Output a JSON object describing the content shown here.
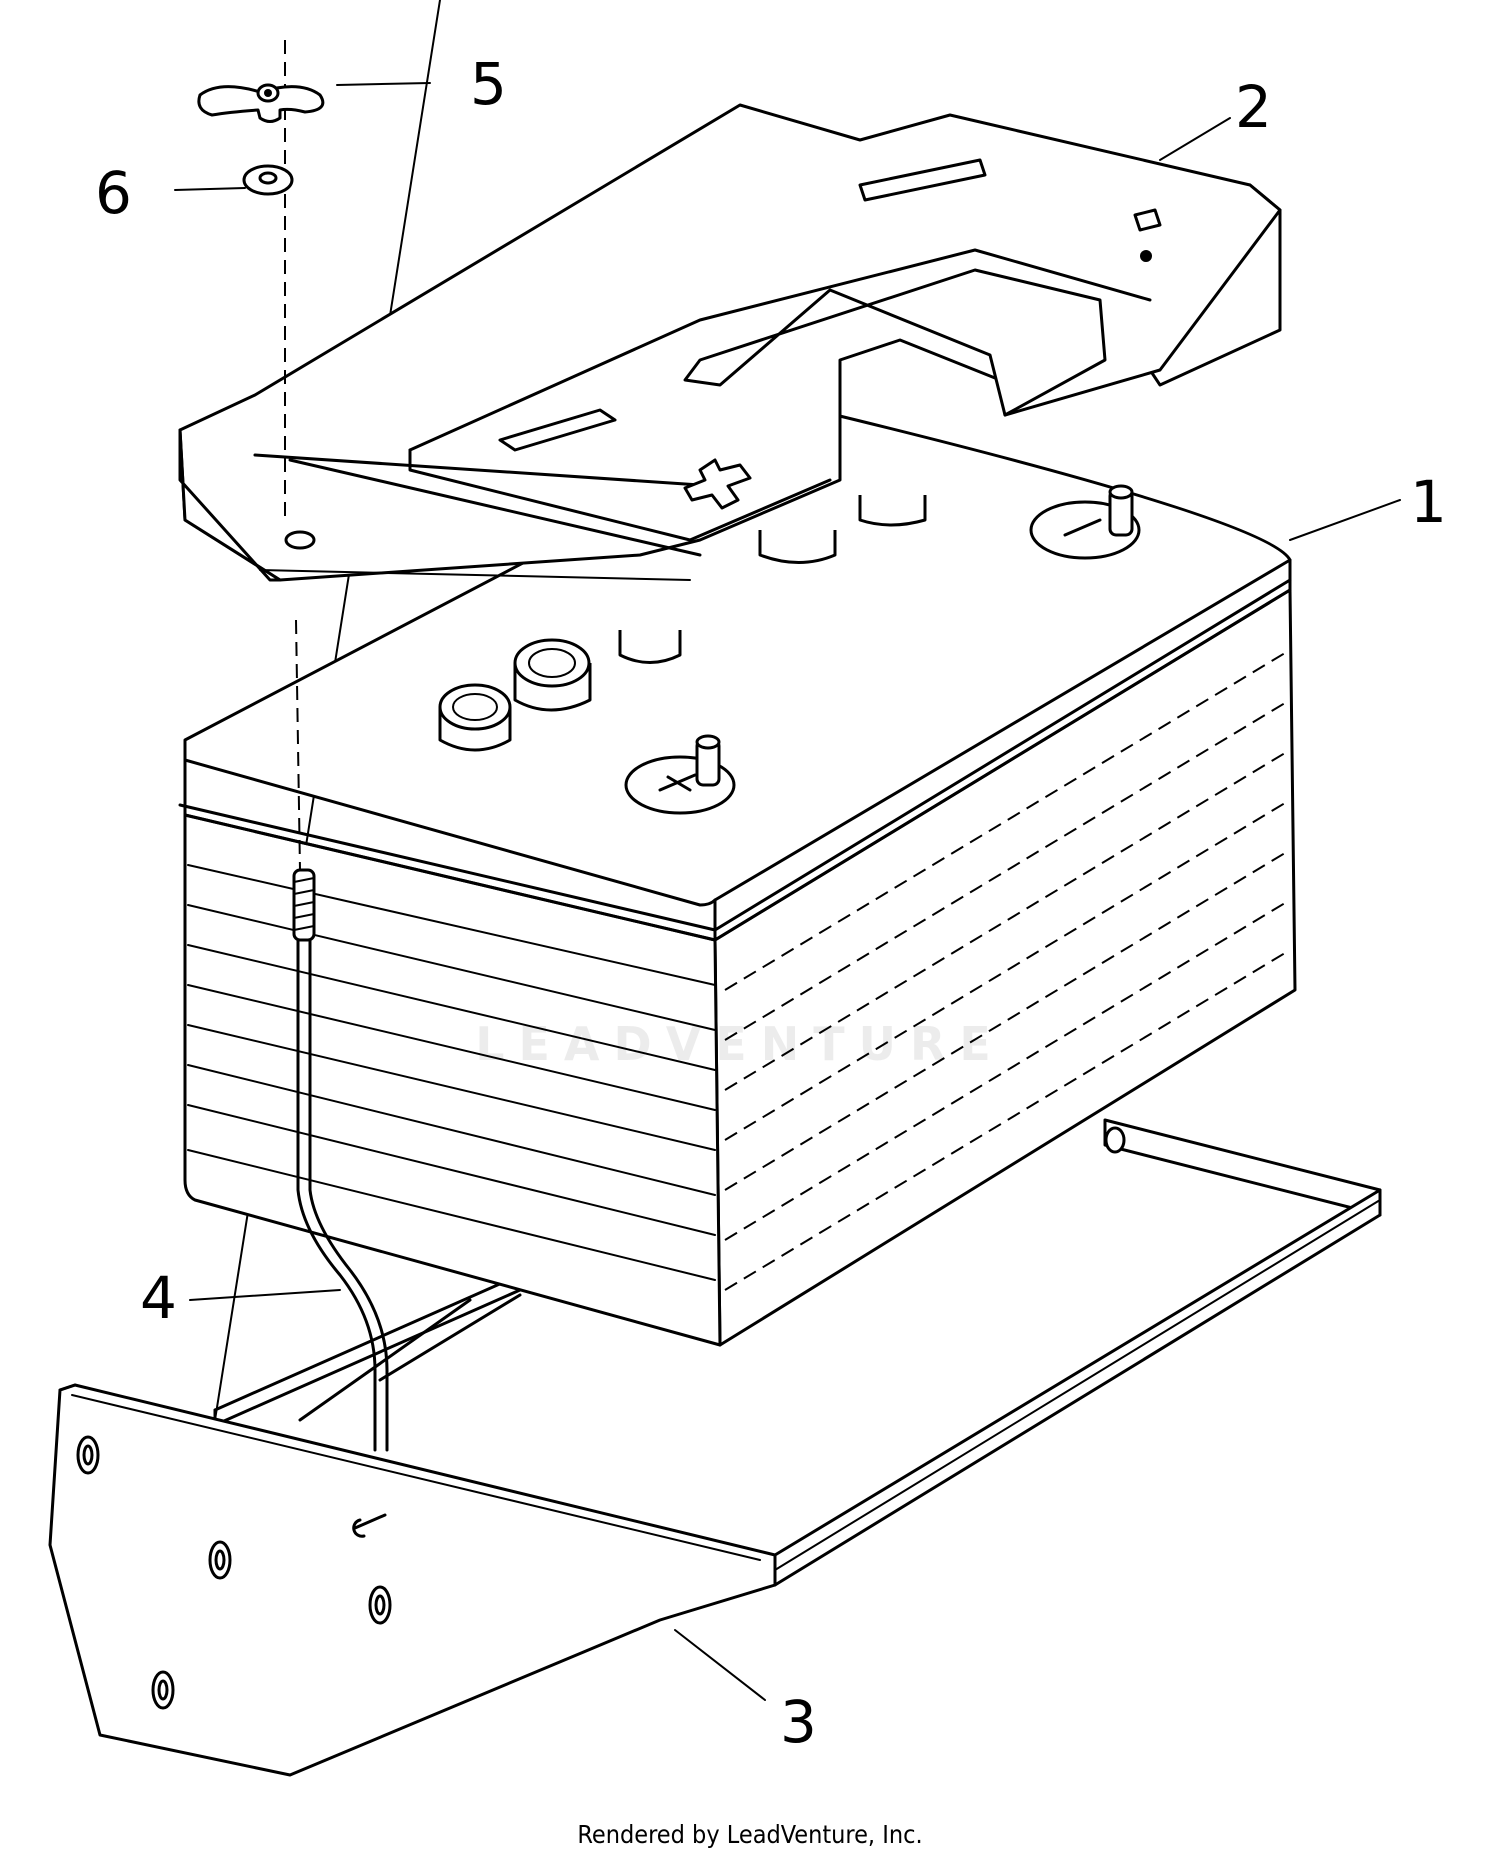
{
  "callouts": {
    "one": "1",
    "two": "2",
    "three": "3",
    "four": "4",
    "five": "5",
    "six": "6"
  },
  "watermark": "LEADVENTURE",
  "footer": "Rendered by LeadVenture, Inc."
}
